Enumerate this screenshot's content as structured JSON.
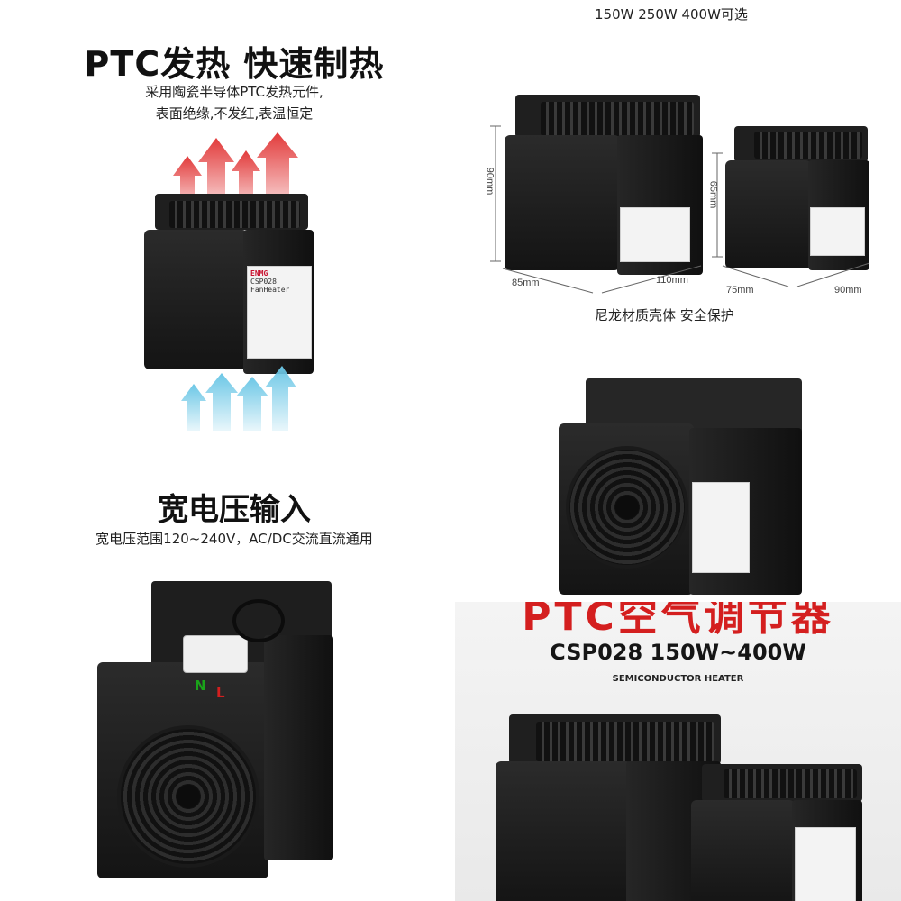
{
  "top_right_caption": "150W 250W 400W可选",
  "left_section": {
    "title": "PTC发热 快速制热",
    "desc_line1": "采用陶瓷半导体PTC发热元件,",
    "desc_line2": "表面绝缘,不发红,表温恒定"
  },
  "dimensions": {
    "large_height": "90mm",
    "large_depth": "85mm",
    "large_width": "110mm",
    "small_height": "65mm",
    "small_depth": "75mm",
    "small_width": "90mm",
    "caption": "尼龙材质壳体 安全保护"
  },
  "voltage_section": {
    "title": "宽电压输入",
    "desc": "宽电压范围120~240V，AC/DC交流直流通用"
  },
  "terminal_labels": {
    "n": "N",
    "l": "L"
  },
  "product_label": {
    "brand": "ENMG",
    "model": "CSP028",
    "name": "FanHeater"
  },
  "panel": {
    "red_title": "PTC空气调节器",
    "model_line": "CSP028  150W~400W",
    "small_line": "SEMICONDUCTOR HEATER"
  },
  "colors": {
    "accent_red": "#d41f1f",
    "heat_arrow": "#e23a3a",
    "cool_arrow": "#6cc7e6",
    "terminal_green": "#1aa31a",
    "terminal_red": "#d41f1f"
  }
}
